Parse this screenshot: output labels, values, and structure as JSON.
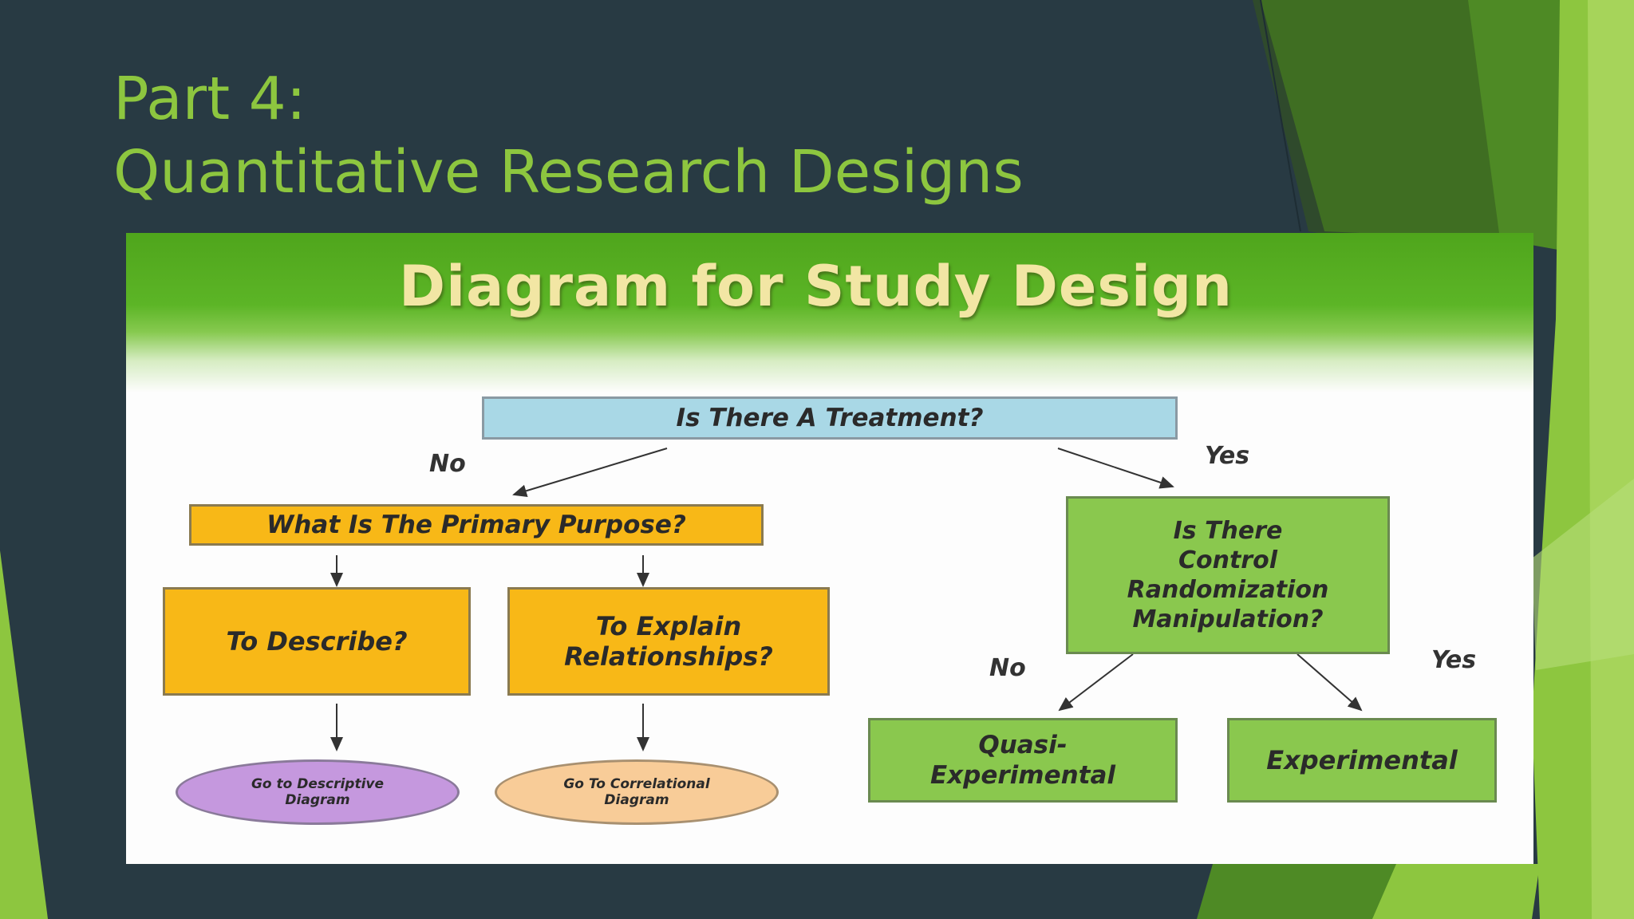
{
  "slide": {
    "title_line1": "Part 4:",
    "title_line2": "Quantitative Research Designs"
  },
  "diagram": {
    "banner_title": "Diagram for Study Design",
    "nodes": {
      "treatment": "Is There A Treatment?",
      "purpose": "What Is The Primary Purpose?",
      "describe": "To Describe?",
      "explain_line1": "To Explain",
      "explain_line2": "Relationships?",
      "descriptive_line1": "Go to Descriptive",
      "descriptive_line2": "Diagram",
      "correlational_line1": "Go To Correlational",
      "correlational_line2": "Diagram",
      "control_line1": "Is There",
      "control_line2": "Control",
      "control_line3": "Randomization",
      "control_line4": "Manipulation?",
      "quasi_line1": "Quasi-",
      "quasi_line2": "Experimental",
      "experimental": "Experimental"
    },
    "edge_labels": {
      "treatment_no": "No",
      "treatment_yes": "Yes",
      "control_no": "No",
      "control_yes": "Yes"
    }
  },
  "colors": {
    "background": "#283a43",
    "title": "#8dc63f",
    "blue_box": "#a9d8e6",
    "gold_box": "#f8b817",
    "green_box": "#8ac84e",
    "purple_oval": "#c598de",
    "peach_oval": "#f8cc98"
  }
}
